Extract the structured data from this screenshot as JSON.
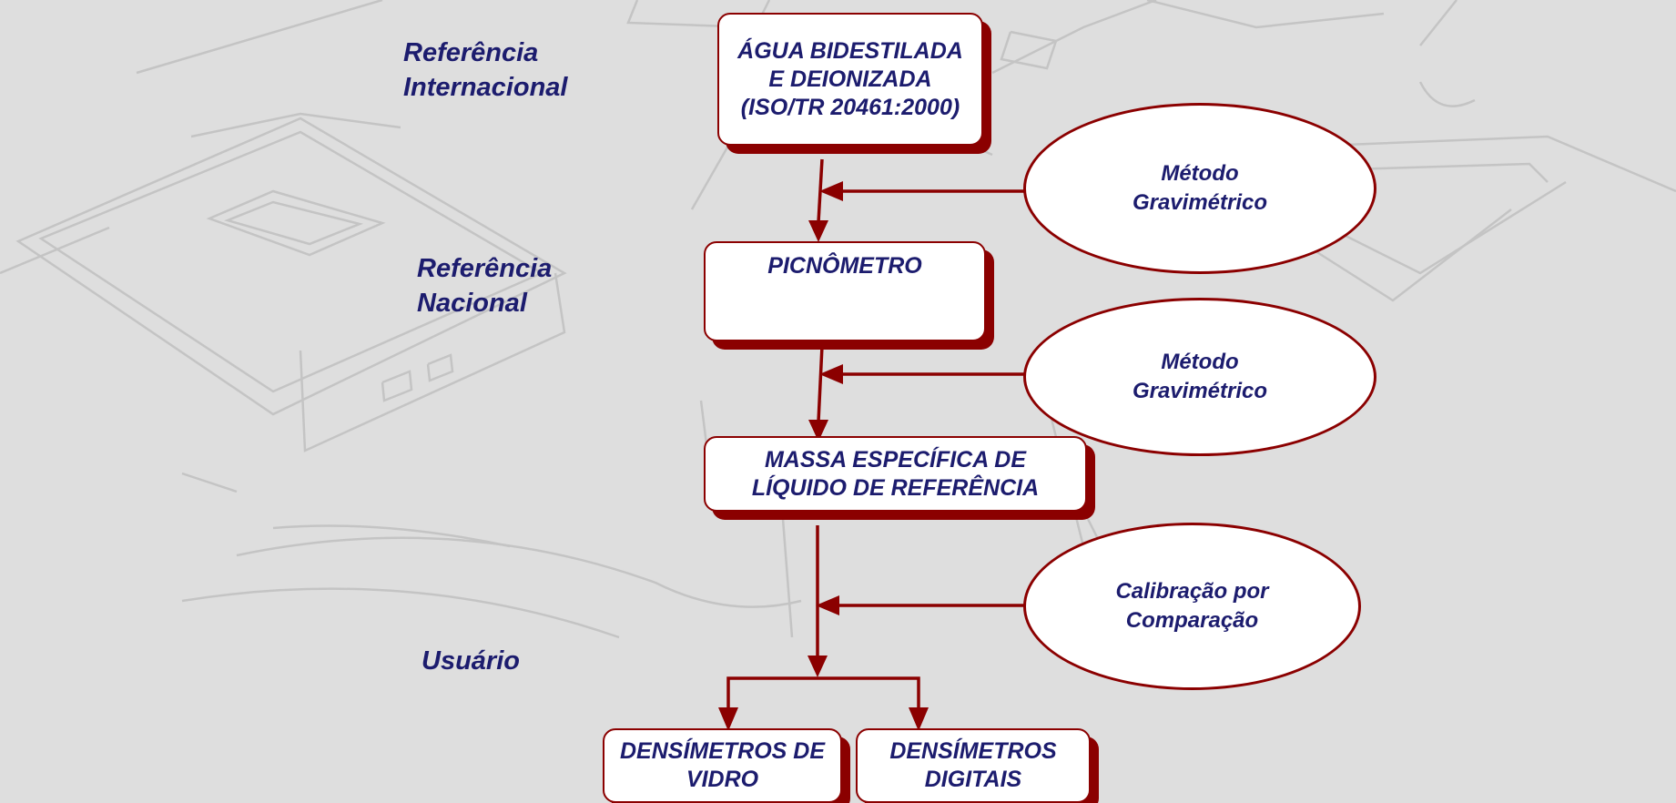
{
  "levels": {
    "international": "Referência\nInternacional",
    "national": "Referência\nNacional",
    "user": "Usuário"
  },
  "boxes": {
    "water": "ÁGUA BIDESTILADA\nE DEIONIZADA\n(ISO/TR 20461:2000)",
    "pycnometer": "PICNÔMETRO",
    "reference_liquid": "MASSA ESPECÍFICA DE\nLÍQUIDO DE REFERÊNCIA",
    "glass_densimeters": "DENSÍMETROS DE\nVIDRO",
    "digital_densimeters": "DENSÍMETROS\nDIGITAIS"
  },
  "methods": {
    "gravimetric_1": "Método\nGravimétrico",
    "gravimetric_2": "Método\nGravimétrico",
    "comparison": "Calibração por\nComparação"
  },
  "colors": {
    "text": "#1c1c6e",
    "accent": "#8b0000",
    "background": "#dedede",
    "background_lines": "#c4c4c4"
  }
}
